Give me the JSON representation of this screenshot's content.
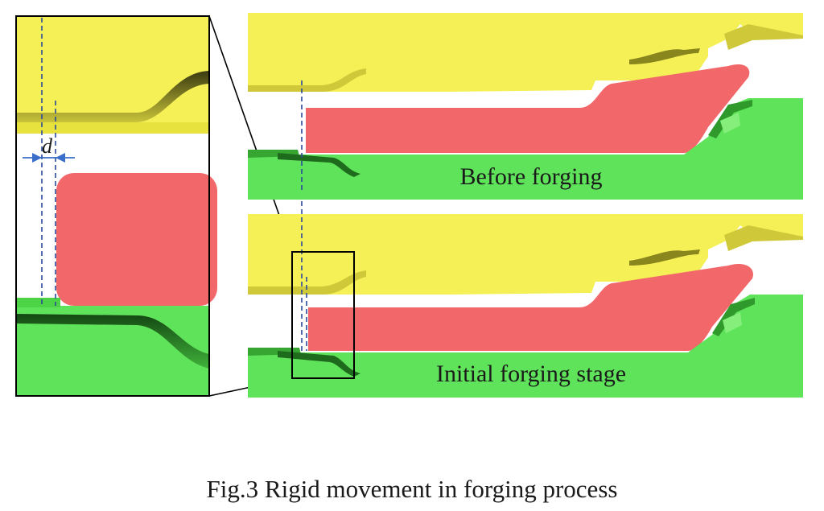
{
  "figure": {
    "caption": "Fig.3  Rigid movement in forging process",
    "panels": [
      {
        "label": "Before forging"
      },
      {
        "label": "Initial forging stage"
      }
    ],
    "zoom": {
      "gap_symbol": "d"
    },
    "colors": {
      "upper_die": "#f5f056",
      "upper_die_edge": "#e6e03a",
      "billet": "#f2676a",
      "lower_die": "#5fe35a",
      "lower_die_dark": "#1f6b1d",
      "guide_line": "#2b4a9c",
      "dimension_arrow": "#3a6ec8",
      "frame": "#000000"
    }
  }
}
